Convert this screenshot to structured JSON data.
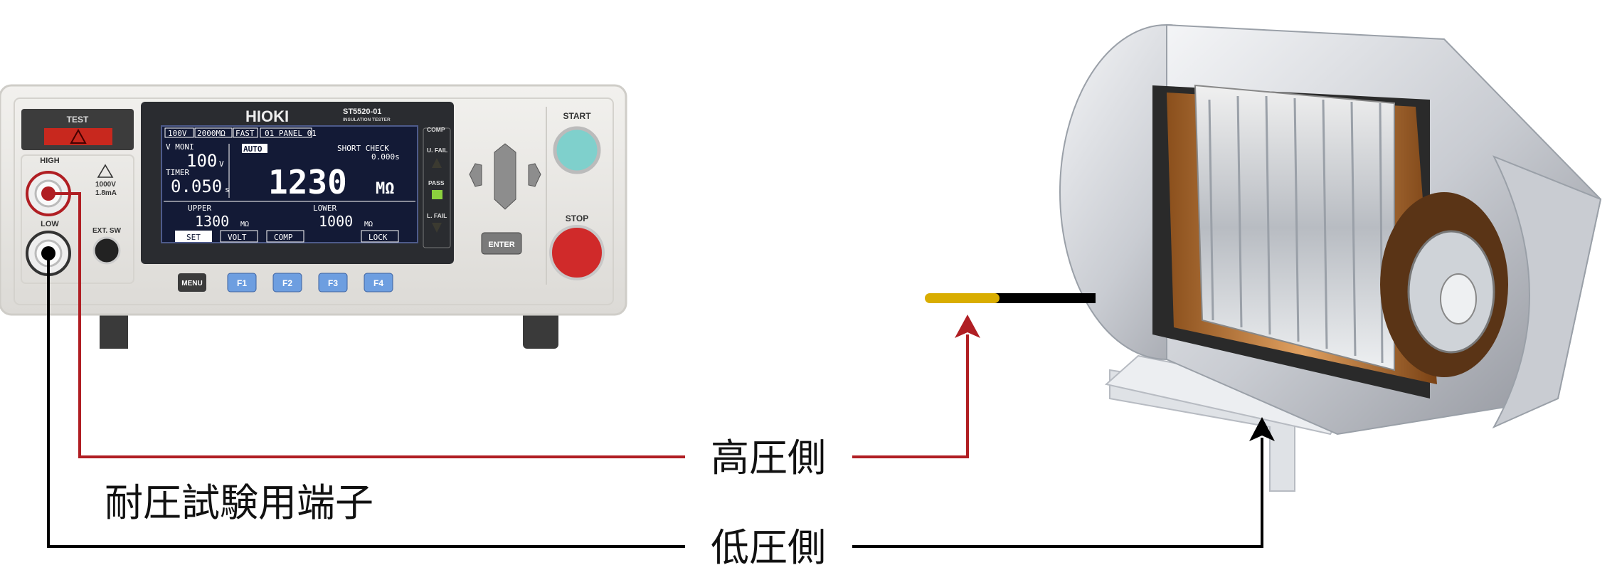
{
  "device": {
    "brand": "HIOKI",
    "model": "ST5520-01",
    "subtitle": "INSULATION TESTER",
    "test_label": "TEST",
    "high_label": "HIGH",
    "low_label": "LOW",
    "rating_voltage": "1000V",
    "rating_current": "1.8mA",
    "ext_sw_label": "EXT. SW",
    "start_label": "START",
    "stop_label": "STOP",
    "enter_label": "ENTER",
    "menu_label": "MENU",
    "f_keys": [
      "F1",
      "F2",
      "F3",
      "F4"
    ],
    "screen": {
      "status": [
        "100V",
        "2000MΩ",
        "FAST",
        "01 PANEL_01"
      ],
      "v_moni_label": "V MONI",
      "v_moni_value": "100",
      "v_unit": "V",
      "auto": "AUTO",
      "short_check_label": "SHORT CHECK",
      "short_check_value": "0.000s",
      "timer_label": "TIMER",
      "timer_value": "0.050",
      "timer_unit": "s",
      "main_value": "1230",
      "main_unit": "MΩ",
      "upper_label": "UPPER",
      "upper_value": "1300",
      "lower_label": "LOWER",
      "lower_value": "1000",
      "res_unit": "MΩ",
      "softkeys": [
        "SET",
        "VOLT",
        "COMP",
        "LOCK"
      ]
    },
    "comp": {
      "title": "COMP",
      "u_fail": "U. FAIL",
      "pass": "PASS",
      "l_fail": "L. FAIL"
    }
  },
  "labels": {
    "terminal": "耐圧試験用端子",
    "high_side": "高圧側",
    "low_side": "低圧側"
  },
  "colors": {
    "high_line": "#b01e23",
    "low_line": "#000000",
    "cable_tip": "#d9ad00"
  }
}
